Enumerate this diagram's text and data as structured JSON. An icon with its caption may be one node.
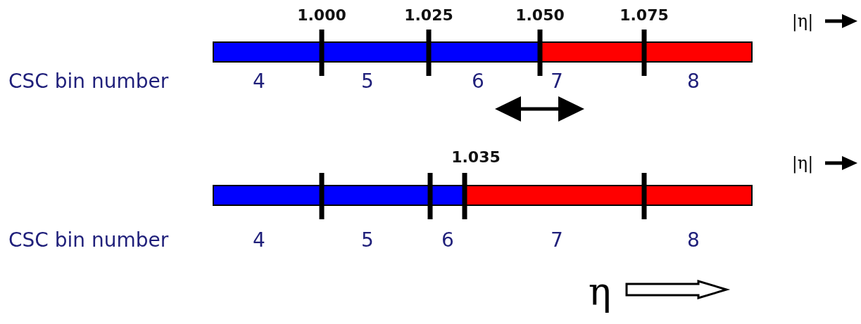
{
  "diagram": {
    "labels": [
      "1.000",
      "1.025",
      "1.050",
      "1.075",
      "|η|",
      "CSC bin number",
      "4",
      "5",
      "6",
      "7",
      "8",
      "1.035",
      "|η|",
      "CSC bin number",
      "4",
      "5",
      "6",
      "7",
      "8",
      "η"
    ]
  }
}
